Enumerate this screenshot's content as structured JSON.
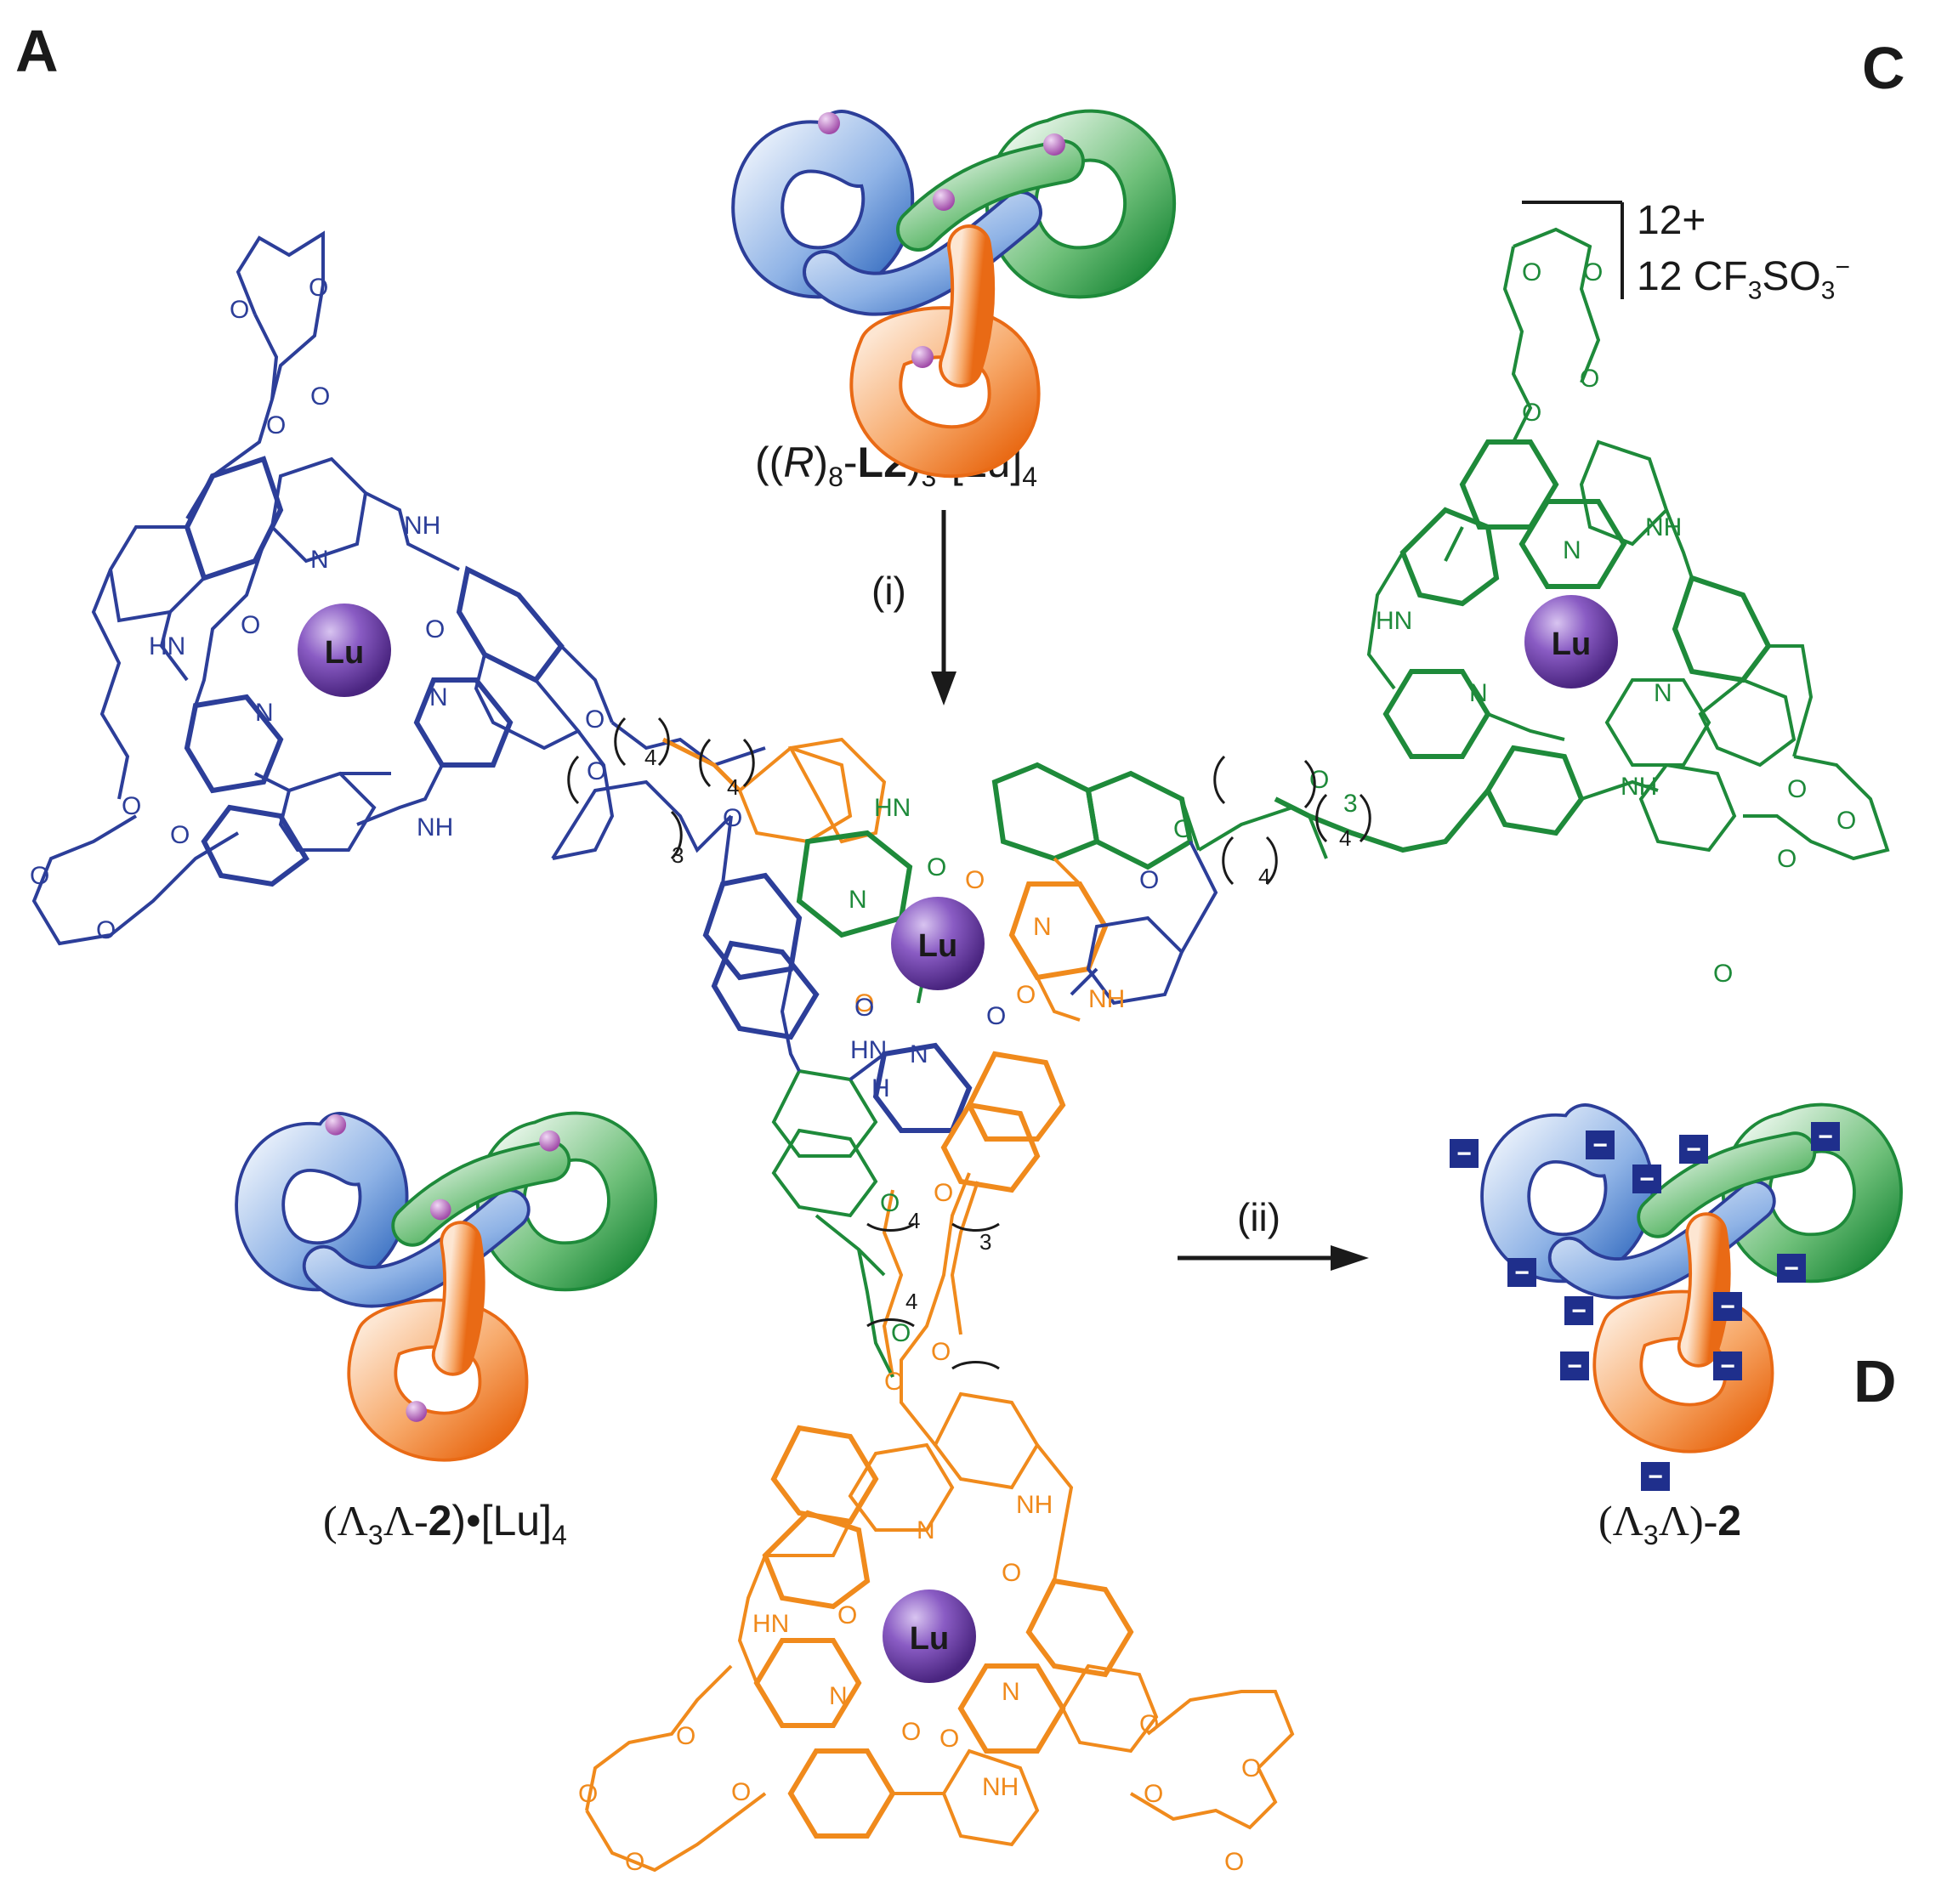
{
  "panels": {
    "a": "A",
    "c": "C",
    "d": "D"
  },
  "captions": {
    "top_prefix": "((",
    "top_r": "R",
    "top_mid": ")",
    "top_sub8": "8",
    "top_dash": "-",
    "top_ligand": "L2",
    "top_close": ")",
    "top_sub3": "3",
    "top_metal": "•[Lu]",
    "top_sub4": "4",
    "left_open": "(Λ",
    "left_sub3": "3",
    "left_lambda": "Λ-",
    "left_bold": "2",
    "left_close": ")•[Lu]",
    "left_sub4": "4",
    "right_open": "(Λ",
    "right_sub3": "3",
    "right_lambda": "Λ)-",
    "right_bold": "2"
  },
  "steps": {
    "i": "(i)",
    "ii": "(ii)"
  },
  "charge": {
    "line1": "12+",
    "line2_prefix": "12 CF",
    "line2_sub3a": "3",
    "line2_mid": "SO",
    "line2_sub3b": "3",
    "line2_sup": "−"
  },
  "metal_label": "Lu",
  "atoms": {
    "O": "O",
    "N": "N",
    "HN": "HN",
    "NH": "NH",
    "H": "H",
    "n3": "3",
    "n4": "4"
  },
  "minus_sign": "−",
  "colors": {
    "blue": "#2c3e99",
    "green": "#1e8a3a",
    "orange": "#f08a1c",
    "lu": "#6b3fa0",
    "navy_badge": "#1f2f8c"
  }
}
